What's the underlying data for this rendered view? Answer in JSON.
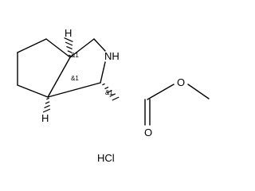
{
  "molecule": {
    "atoms": {
      "nitrogen": "NH",
      "hydrogen_top": "H",
      "hydrogen_bottom": "H",
      "carbonyl_oxygen": "O",
      "ester_oxygen": "O"
    },
    "stereo_labels": {
      "upper_ring_fusion": "&1",
      "lower_ring_fusion": "&1",
      "alpha_carbon": "&1"
    },
    "salt": "HCl"
  }
}
